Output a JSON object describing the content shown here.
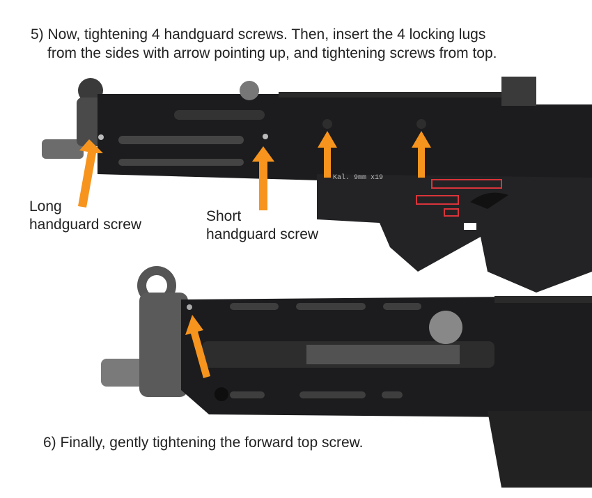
{
  "instructions": {
    "step5_line1": "5) Now, tightening 4 handguard screws. Then, insert the 4 locking lugs",
    "step5_line2": "from the sides with arrow pointing up, and tightening screws from top.",
    "step6": "6) Finally, gently tightening the forward top screw."
  },
  "labels": {
    "long_line1": "Long",
    "long_line2": "handguard screw",
    "short_line1": "Short",
    "short_line2": "handguard screw"
  },
  "markings": {
    "caliber": "Kal. 9mm x19"
  },
  "colors": {
    "arrow": "#f7941d",
    "metal": "#1c1c1e",
    "text": "#222222",
    "selector": "#d9343a"
  }
}
